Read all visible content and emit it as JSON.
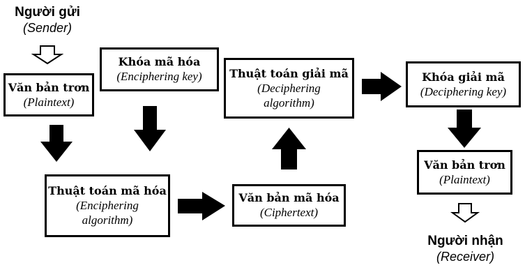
{
  "sender": {
    "title": "Người gửi",
    "subtitle": "(Sender)"
  },
  "receiver": {
    "title": "Người nhận",
    "subtitle": "(Receiver)"
  },
  "boxes": {
    "plaintext_in": {
      "title": "Văn bản trơn",
      "subtitle": "(Plaintext)"
    },
    "enc_key": {
      "title": "Khóa mã hóa",
      "subtitle": "(Enciphering key)"
    },
    "enc_alg": {
      "title": "Thuật toán mã hóa",
      "subtitle_1": "(Enciphering",
      "subtitle_2": "algorithm)"
    },
    "ciphertext": {
      "title": "Văn bản mã hóa",
      "subtitle": "(Ciphertext)"
    },
    "dec_alg": {
      "title": "Thuật toán giải mã",
      "subtitle_1": "(Deciphering",
      "subtitle_2": "algorithm)"
    },
    "dec_key": {
      "title": "Khóa giải mã",
      "subtitle": "(Deciphering key)"
    },
    "plaintext_out": {
      "title": "Văn bản trơn",
      "subtitle": "(Plaintext)"
    }
  }
}
